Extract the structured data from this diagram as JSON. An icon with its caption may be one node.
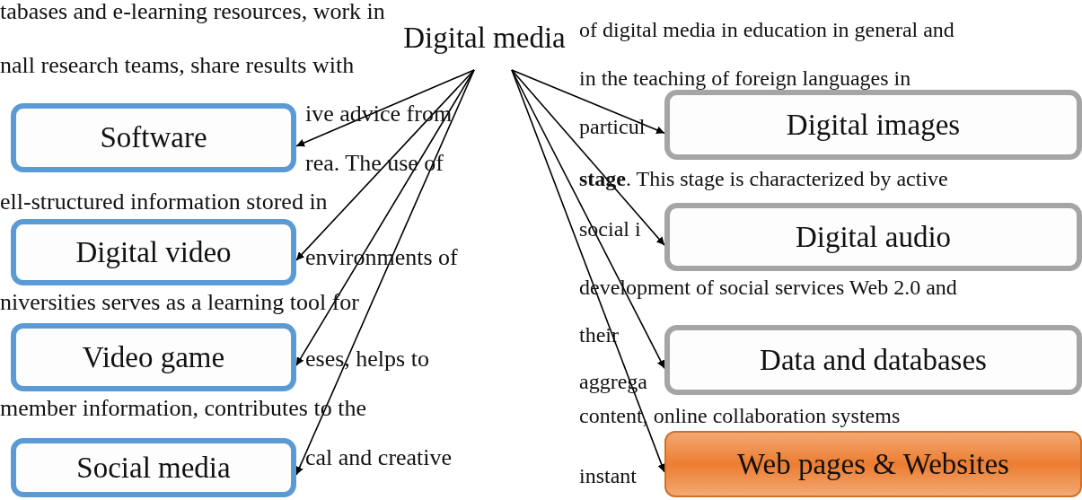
{
  "diagram": {
    "nodes": [
      {
        "text": [
          "Digital media"
        ]
      },
      {
        "text": [
          "Software"
        ]
      },
      {
        "text": [
          "Digital video"
        ]
      },
      {
        "text": [
          "Video game"
        ]
      },
      {
        "text": [
          "Social media"
        ]
      },
      {
        "text": [
          "Digital images"
        ]
      },
      {
        "text": [
          "Digital audio"
        ]
      },
      {
        "text": [
          "Data and databases"
        ]
      },
      {
        "text": [
          "Web pages & Websites"
        ]
      }
    ],
    "edges": [
      {
        "from": 0,
        "to": 1,
        "arrow": "to"
      },
      {
        "from": 0,
        "to": 2,
        "arrow": "to"
      },
      {
        "from": 0,
        "to": 3,
        "arrow": "to"
      },
      {
        "from": 0,
        "to": 4,
        "arrow": "to"
      },
      {
        "from": 0,
        "to": 5,
        "arrow": "to"
      },
      {
        "from": 0,
        "to": 6,
        "arrow": "to"
      },
      {
        "from": 0,
        "to": 7,
        "arrow": "to"
      },
      {
        "from": 0,
        "to": 8,
        "arrow": "to"
      }
    ],
    "labels": [
      "tabases and e-learning resources, work in",
      "of digital media in education in general and",
      "nall research teams, share results with",
      "in the teaching of foreign languages in",
      "ive advice from",
      "particul",
      "rea. The use of",
      "**stage**. This stage is characterized by active",
      "ell-structured information stored in",
      "social i",
      "environments of",
      "development of social services Web 2.0 and",
      "niversities serves as a learning tool for",
      "their",
      "eses, helps to",
      "aggrega",
      "member information, contributes to the",
      "content, online collaboration systems",
      "cal and creative",
      "instant"
    ]
  }
}
